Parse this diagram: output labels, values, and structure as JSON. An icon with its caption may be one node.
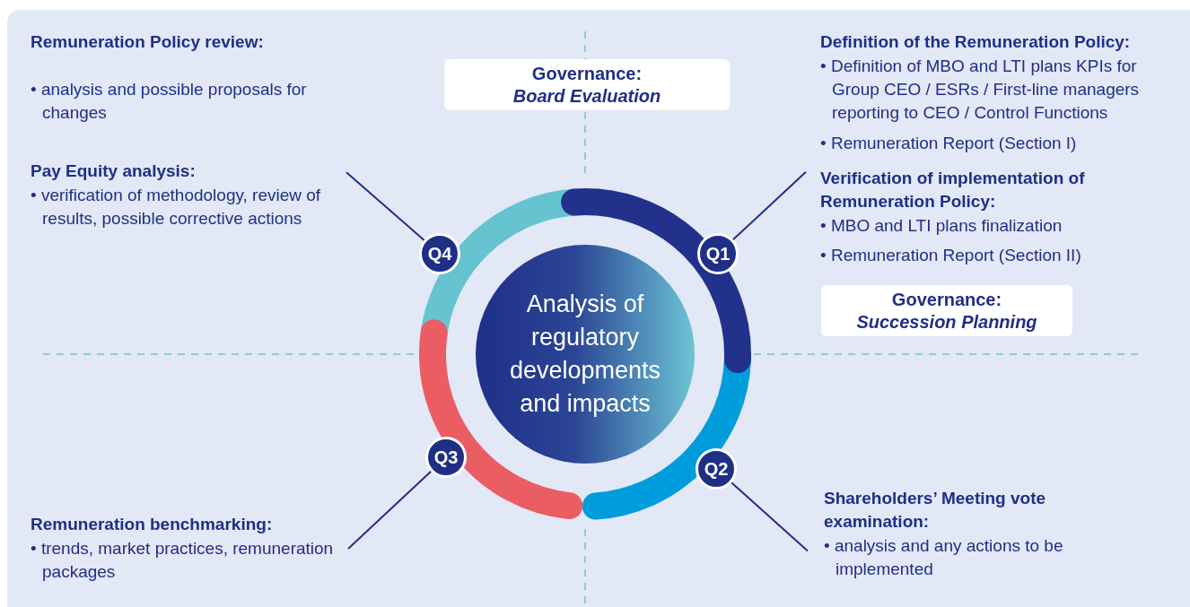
{
  "diagram": {
    "nodes": [
      {
        "text": [
          "Analysis of regulatory developments and impacts"
        ]
      },
      {
        "text": [
          "Q1"
        ]
      },
      {
        "text": [
          "Q2"
        ]
      },
      {
        "text": [
          "Q3"
        ]
      },
      {
        "text": [
          "Q4"
        ]
      },
      {
        "text": [
          "Governance:",
          "Board Evaluation"
        ]
      },
      {
        "text": [
          "Governance:",
          "Succession Planning"
        ]
      },
      {
        "text": [
          "Pay Equity analysis:",
          "• verification of methodology, review of results, possible corrective actions"
        ]
      },
      {
        "text": [
          "Verification of implementation of Remuneration Policy:",
          "• MBO and LTI plans finalization",
          "• Remuneration Report (Section II)"
        ]
      },
      {
        "text": [
          "Shareholders’ Meeting vote examination:",
          "• analysis and any actions to be implemented"
        ]
      },
      {
        "text": [
          "Remuneration benchmarking:",
          "• trends, market practices, remuneration packages"
        ]
      }
    ],
    "edges": [
      {
        "from": 7,
        "to": 4,
        "arrow": "none"
      },
      {
        "from": 8,
        "to": 1,
        "arrow": "none"
      },
      {
        "from": 9,
        "to": 2,
        "arrow": "none"
      },
      {
        "from": 10,
        "to": 3,
        "arrow": "none"
      }
    ],
    "labels": [
      "Remuneration Policy review:",
      "• analysis and possible proposals for changes",
      "Definition of the Remuneration Policy:",
      "• Definition of MBO and LTI plans KPIs for Group CEO / ESRs / First-line managers reporting to CEO / Control Functions",
      "• Remuneration Report (Section I)"
    ]
  }
}
